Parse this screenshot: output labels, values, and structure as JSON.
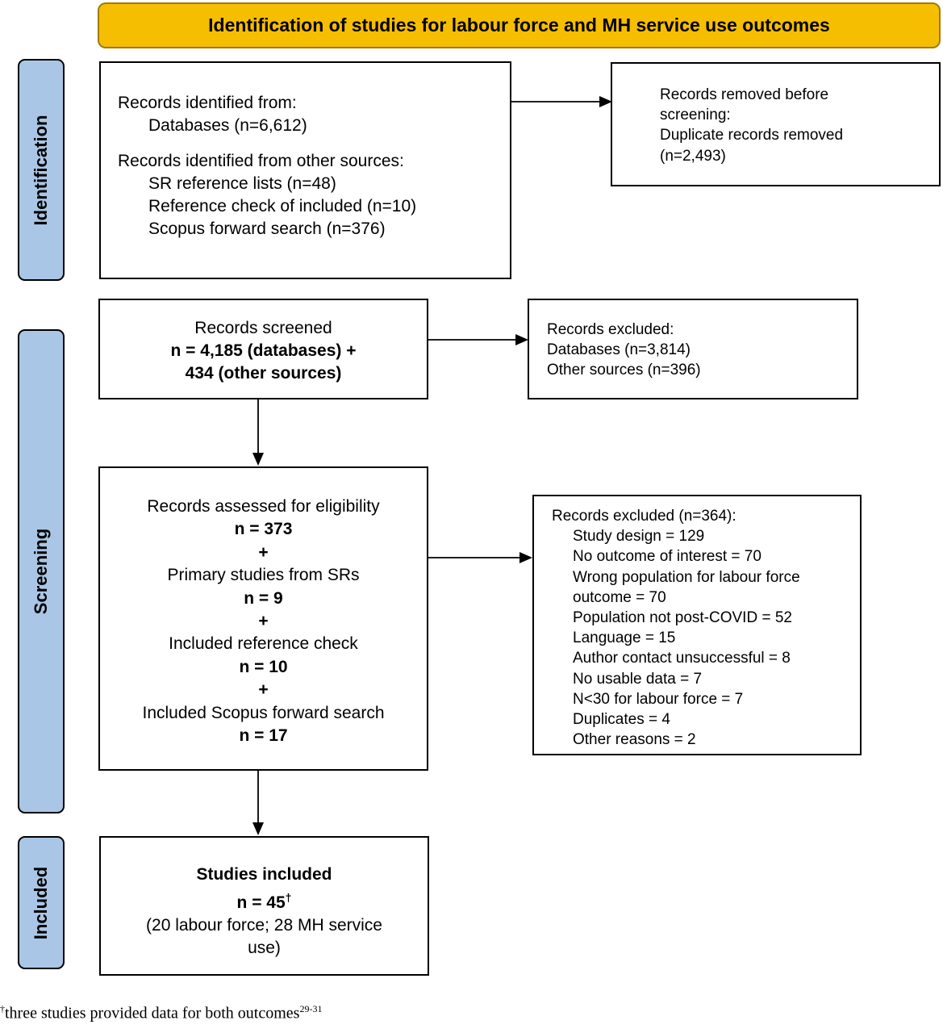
{
  "header": {
    "title": "Identification of studies for labour force and MH service use outcomes"
  },
  "phases": {
    "identification": "Identification",
    "screening": "Screening",
    "included": "Included"
  },
  "identification_box": {
    "line1": "Records identified from:",
    "line2": "Databases (n=6,612)",
    "line3": "Records identified from other sources:",
    "line4": "SR reference lists (n=48)",
    "line5": "Reference check of included (n=10)",
    "line6": "Scopus forward search (n=376)"
  },
  "removed_box": {
    "line1": "Records removed before",
    "line2": "screening:",
    "line3": "Duplicate records removed",
    "line4": "(n=2,493)"
  },
  "screened_box": {
    "line1": "Records screened",
    "line2": "n = 4,185 (databases) +",
    "line3": "434 (other sources)"
  },
  "excluded1_box": {
    "line1": "Records excluded:",
    "line2": "Databases (n=3,814)",
    "line3": "Other sources (n=396)"
  },
  "eligibility_box": {
    "line1": "Records assessed for eligibility",
    "line2": "n = 373",
    "plus": "+",
    "line3": "Primary studies from SRs",
    "line4": "n = 9",
    "line5": "Included reference check",
    "line6": "n = 10",
    "line7": "Included Scopus forward search",
    "line8": "n = 17"
  },
  "excluded2_box": {
    "title": "Records excluded (n=364):",
    "reasons": [
      "Study design = 129",
      "No outcome of interest = 70",
      "Wrong population for labour force",
      "outcome = 70",
      "Population not post-COVID = 52",
      "Language = 15",
      "Author contact unsuccessful = 8",
      "No usable data = 7",
      "N<30 for labour force = 7",
      "Duplicates = 4",
      "Other reasons = 2"
    ]
  },
  "included_box": {
    "line1": "Studies included",
    "line2": "n = 45",
    "dagger": "†",
    "line3": "(20 labour force; 28 MH service",
    "line4": "use)"
  },
  "footnote": {
    "dagger": "†",
    "text": "three studies provided data for both outcomes",
    "refs": "29-31"
  }
}
